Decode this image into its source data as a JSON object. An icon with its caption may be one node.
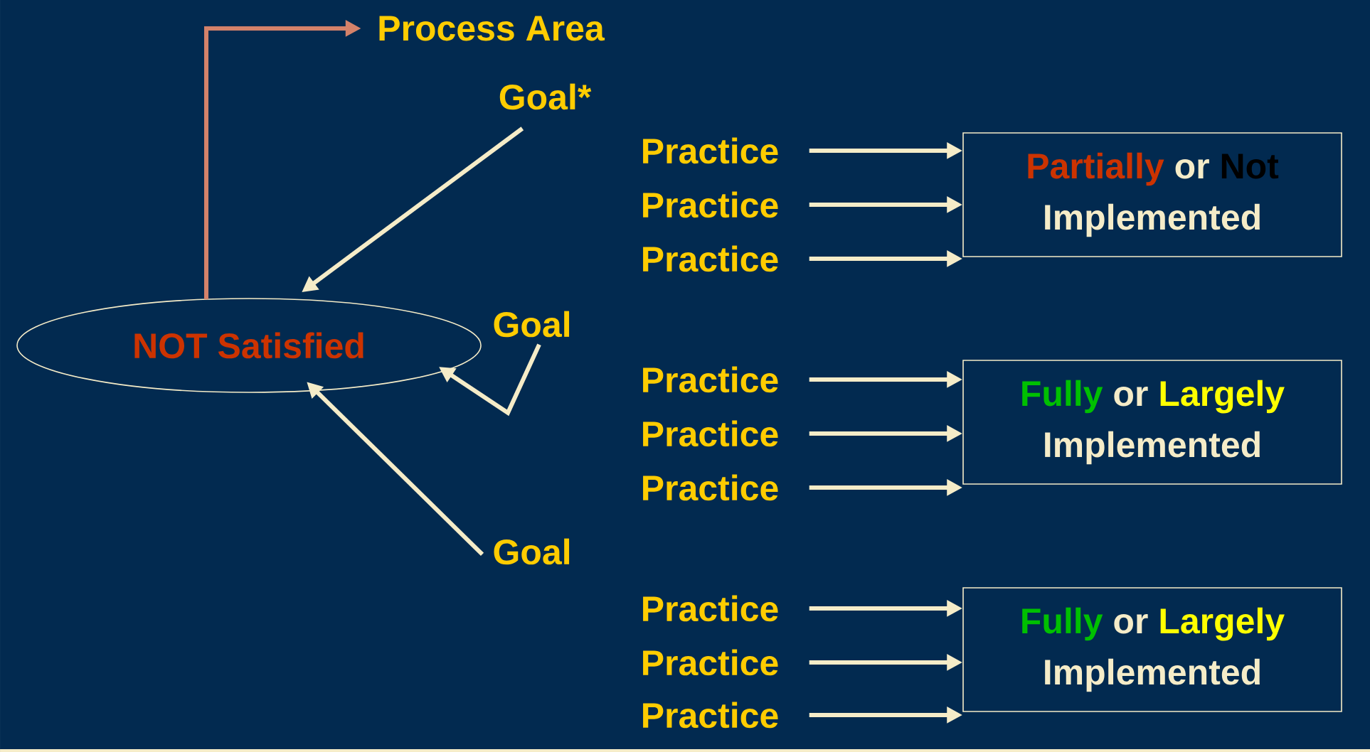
{
  "diagram": {
    "nodes": [
      {
        "text": [
          "NOT Satisfied"
        ]
      },
      {
        "text": [
          "Process Area"
        ]
      },
      {
        "text": [
          "Goal*"
        ]
      },
      {
        "text": [
          "Goal"
        ]
      },
      {
        "text": [
          "Goal"
        ]
      },
      {
        "text": [
          "Practice"
        ]
      },
      {
        "text": [
          "Practice"
        ]
      },
      {
        "text": [
          "Practice"
        ]
      },
      {
        "text": [
          "Partially",
          "or",
          "Not",
          "Implemented"
        ]
      },
      {
        "text": [
          "Practice"
        ]
      },
      {
        "text": [
          "Practice"
        ]
      },
      {
        "text": [
          "Practice"
        ]
      },
      {
        "text": [
          "Fully",
          "or",
          "Largely",
          "Implemented"
        ]
      },
      {
        "text": [
          "Practice"
        ]
      },
      {
        "text": [
          "Practice"
        ]
      },
      {
        "text": [
          "Practice"
        ]
      },
      {
        "text": [
          "Fully",
          "or",
          "Largely",
          "Implemented"
        ]
      }
    ],
    "edges": [
      {
        "from": 0,
        "to": 1,
        "arrow": "to",
        "color": "#d4826a"
      },
      {
        "from": 2,
        "to": 0,
        "arrow": "to"
      },
      {
        "from": 3,
        "to": 0,
        "arrow": "to"
      },
      {
        "from": 4,
        "to": 0,
        "arrow": "to"
      },
      {
        "from": 5,
        "to": 8,
        "arrow": "to"
      },
      {
        "from": 6,
        "to": 8,
        "arrow": "to"
      },
      {
        "from": 7,
        "to": 8,
        "arrow": "to"
      },
      {
        "from": 9,
        "to": 12,
        "arrow": "to"
      },
      {
        "from": 10,
        "to": 12,
        "arrow": "to"
      },
      {
        "from": 11,
        "to": 12,
        "arrow": "to"
      },
      {
        "from": 13,
        "to": 16,
        "arrow": "to"
      },
      {
        "from": 14,
        "to": 16,
        "arrow": "to"
      },
      {
        "from": 15,
        "to": 16,
        "arrow": "to"
      }
    ]
  }
}
